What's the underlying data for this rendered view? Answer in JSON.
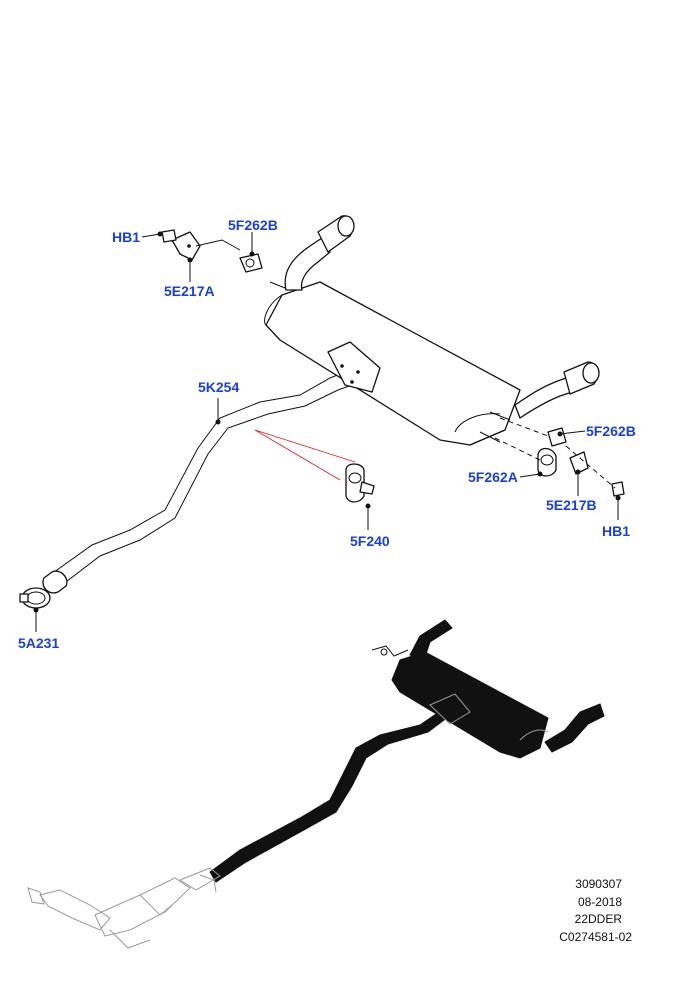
{
  "callouts": {
    "hb1_top": "HB1",
    "p5f262b_top": "5F262B",
    "p5e217a": "5E217A",
    "p5k254": "5K254",
    "p5f262b_right": "5F262B",
    "p5f262a": "5F262A",
    "p5e217b": "5E217B",
    "hb1_right": "HB1",
    "p5f240": "5F240",
    "p5a231": "5A231"
  },
  "footer": {
    "illustration_number": "3090307",
    "date": "08-2018",
    "model_code": "22DDER",
    "catalogue_ref": "C0274581-02"
  },
  "colors": {
    "callout_text": "#1a3fd6",
    "line_art": "#111111",
    "highlight_lines": "#e02020"
  }
}
